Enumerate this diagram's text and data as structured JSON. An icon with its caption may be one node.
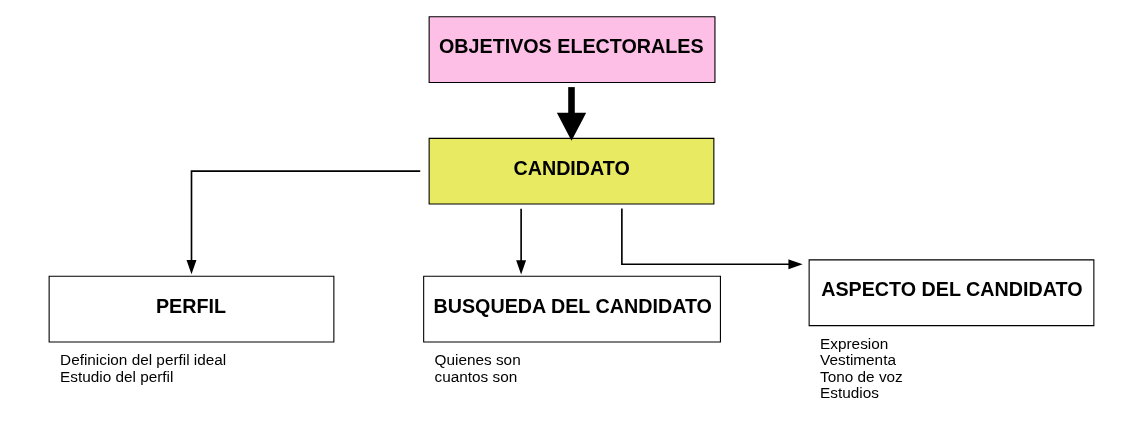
{
  "diagram": {
    "nodes": [
      {
        "text": [
          "OBJETIVOS ELECTORALES"
        ]
      },
      {
        "text": [
          "CANDIDATO"
        ]
      },
      {
        "text": [
          "PERFIL"
        ],
        "beside": [
          "Definicion del perfil ideal",
          "Estudio del perfil"
        ]
      },
      {
        "text": [
          "BUSQUEDA DEL CANDIDATO"
        ],
        "beside": [
          "Quienes son",
          "cuantos son"
        ]
      },
      {
        "text": [
          "ASPECTO DEL CANDIDATO"
        ],
        "beside": [
          "Expresion",
          "Vestimenta",
          "Tono de voz",
          "Estudios"
        ]
      }
    ],
    "edges": [
      {
        "from": 0,
        "to": 1,
        "arrow": "to",
        "style": "thick"
      },
      {
        "from": 1,
        "to": 2,
        "arrow": "to"
      },
      {
        "from": 1,
        "to": 3,
        "arrow": "to"
      },
      {
        "from": 1,
        "to": 4,
        "arrow": "to"
      }
    ]
  }
}
